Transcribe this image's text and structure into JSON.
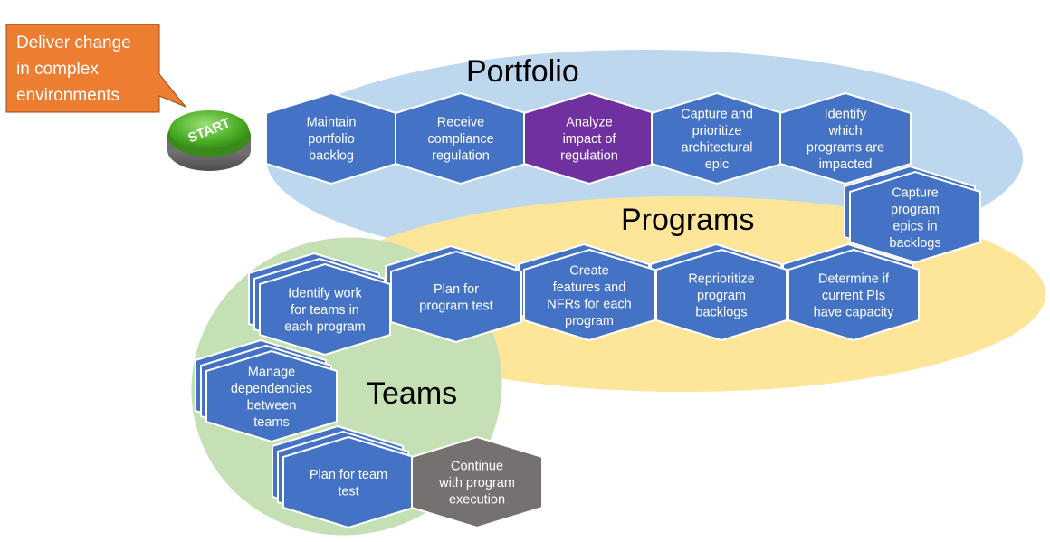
{
  "callout": {
    "text": [
      "Deliver change",
      "in complex",
      "environments"
    ]
  },
  "start_button": {
    "label": "START"
  },
  "areas": {
    "portfolio": "Portfolio",
    "programs": "Programs",
    "teams": "Teams"
  },
  "colors": {
    "portfolio_area": "#bdd7ee",
    "programs_area": "#fde59a",
    "teams_area": "#c5e0b4",
    "hex_blue": "#4472c4",
    "hex_purple": "#7030a0",
    "hex_gray": "#767171",
    "callout": "#ed7d31",
    "start_green": "#4caf26"
  },
  "steps": [
    {
      "id": "maintain-portfolio-backlog",
      "lines": [
        "Maintain",
        "portfolio",
        "backlog"
      ],
      "color": "blue"
    },
    {
      "id": "receive-compliance-regulation",
      "lines": [
        "Receive",
        "compliance",
        "regulation"
      ],
      "color": "blue"
    },
    {
      "id": "analyze-impact-of-regulation",
      "lines": [
        "Analyze",
        "impact of",
        "regulation"
      ],
      "color": "purple"
    },
    {
      "id": "capture-prioritize-architectural-epic",
      "lines": [
        "Capture and",
        "prioritize",
        "architectural",
        "epic"
      ],
      "color": "blue"
    },
    {
      "id": "identify-which-programs-impacted",
      "lines": [
        "Identify",
        "which",
        "programs are",
        "impacted"
      ],
      "color": "blue"
    },
    {
      "id": "capture-program-epics-in-backlogs",
      "lines": [
        "Capture",
        "program",
        "epics in",
        "backlogs"
      ],
      "color": "blue",
      "stacked": 2
    },
    {
      "id": "determine-current-pis-capacity",
      "lines": [
        "Determine if",
        "current PIs",
        "have capacity"
      ],
      "color": "blue",
      "stacked": 2
    },
    {
      "id": "reprioritize-program-backlogs",
      "lines": [
        "Reprioritize",
        "program",
        "backlogs"
      ],
      "color": "blue",
      "stacked": 2
    },
    {
      "id": "create-features-and-nfrs",
      "lines": [
        "Create",
        "features and",
        "NFRs for each",
        "program"
      ],
      "color": "blue",
      "stacked": 2
    },
    {
      "id": "plan-for-program-test",
      "lines": [
        "Plan for",
        "program test"
      ],
      "color": "blue",
      "stacked": 2
    },
    {
      "id": "identify-work-for-teams",
      "lines": [
        "Identify work",
        "for teams in",
        "each program"
      ],
      "color": "blue",
      "stacked": 3
    },
    {
      "id": "manage-dependencies-between-teams",
      "lines": [
        "Manage",
        "dependencies",
        "between",
        "teams"
      ],
      "color": "blue",
      "stacked": 3
    },
    {
      "id": "plan-for-team-test",
      "lines": [
        "Plan for team",
        "test"
      ],
      "color": "blue",
      "stacked": 3
    },
    {
      "id": "continue-with-program-execution",
      "lines": [
        "Continue",
        "with program",
        "execution"
      ],
      "color": "gray"
    }
  ]
}
